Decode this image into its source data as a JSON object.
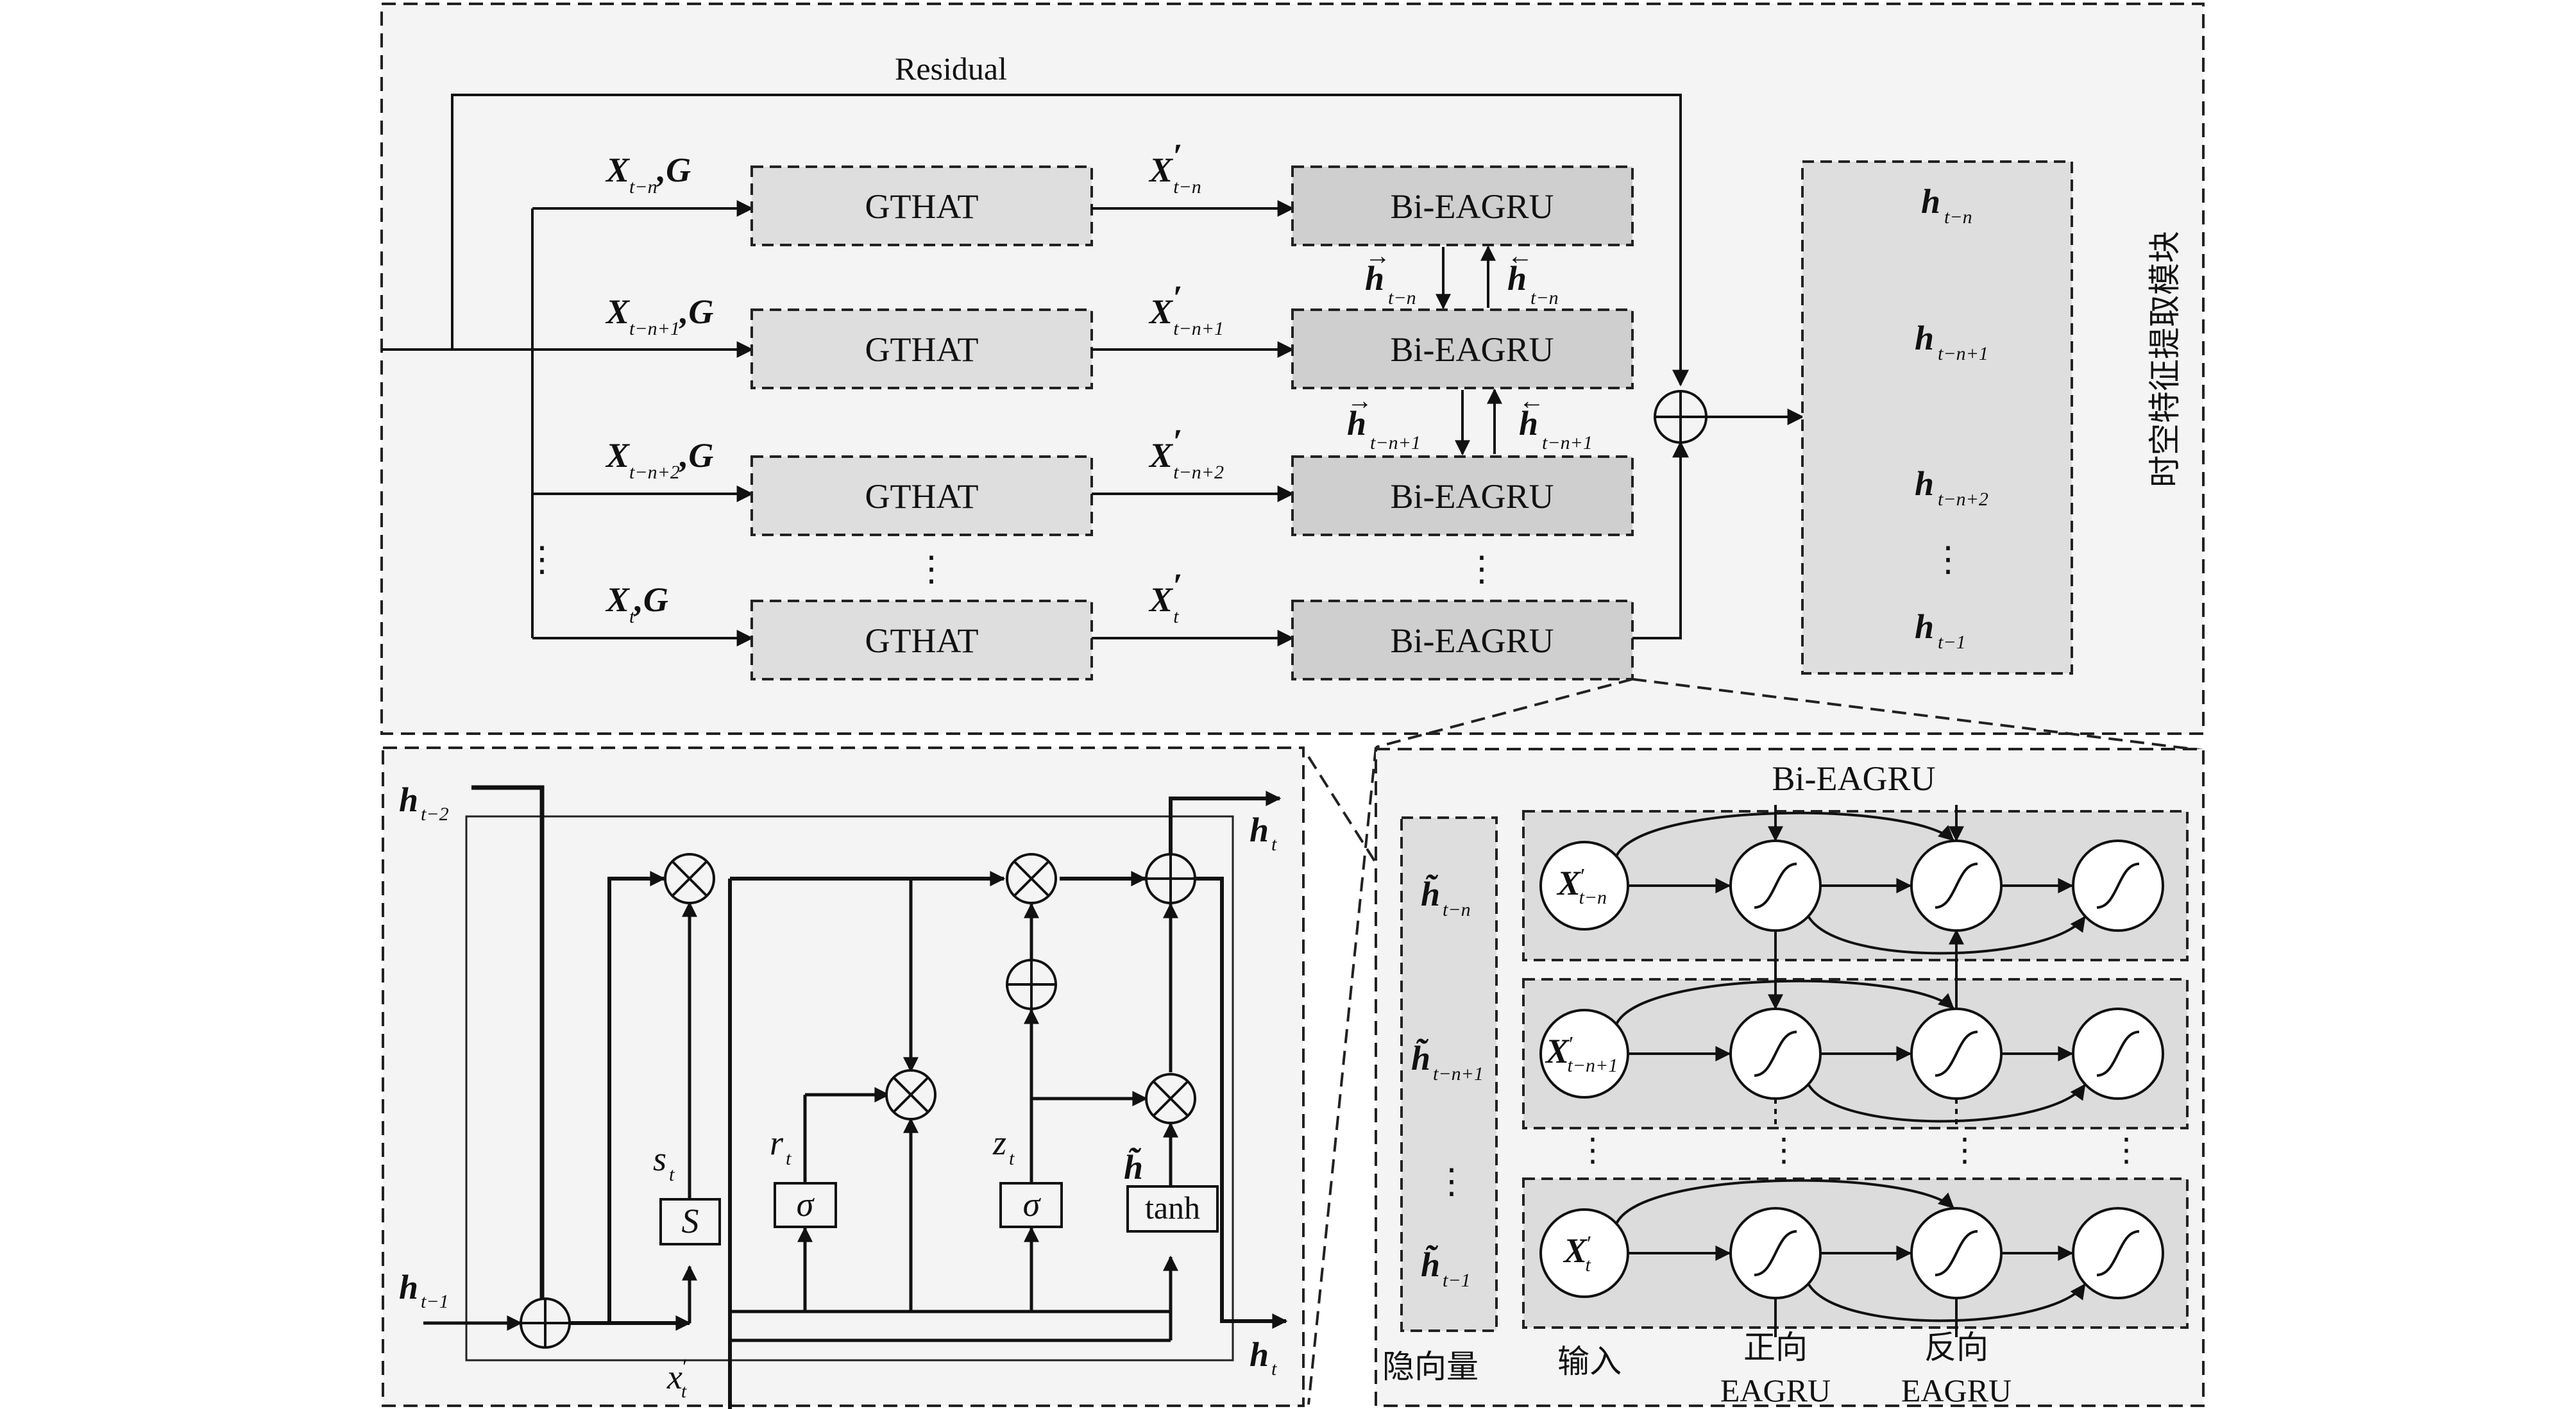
{
  "top_module": {
    "residual_label": "Residual",
    "side_title": "时空特征提取模块",
    "rows": [
      {
        "input": "X",
        "input_sub": "t−n",
        "graph": ",G",
        "gthat": "GTHAT",
        "xp": "X",
        "xp_sub": "t−n",
        "bi": "Bi-EAGRU"
      },
      {
        "input": "X",
        "input_sub": "t−n+1",
        "graph": ",G",
        "gthat": "GTHAT",
        "xp": "X",
        "xp_sub": "t−n+1",
        "bi": "Bi-EAGRU"
      },
      {
        "input": "X",
        "input_sub": "t−n+2",
        "graph": ",G",
        "gthat": "GTHAT",
        "xp": "X",
        "xp_sub": "t−n+2",
        "bi": "Bi-EAGRU"
      },
      {
        "input": "X",
        "input_sub": "t",
        "graph": ",G",
        "gthat": "GTHAT",
        "xp": "X",
        "xp_sub": "t",
        "bi": "Bi-EAGRU"
      }
    ],
    "vertical_links": [
      {
        "fwd": "h",
        "fwd_sub": "t−n",
        "bwd": "h",
        "bwd_sub": "t−n"
      },
      {
        "fwd": "h",
        "fwd_sub": "t−n+1",
        "bwd": "h",
        "bwd_sub": "t−n+1"
      }
    ],
    "outputs": [
      {
        "h": "h",
        "sub": "t−n"
      },
      {
        "h": "h",
        "sub": "t−n+1"
      },
      {
        "h": "h",
        "sub": "t−n+2"
      },
      {
        "h": "h",
        "sub": "t−1"
      }
    ],
    "ellipsis": "⋮"
  },
  "cell": {
    "h_in_top": "h",
    "h_in_top_sub": "t−2",
    "h_in_bottom": "h",
    "h_in_bottom_sub": "t−1",
    "h_out_top": "h",
    "h_out_top_sub": "t",
    "h_out_bottom": "h",
    "h_out_bottom_sub": "t",
    "x_in": "x",
    "x_in_sub": "t",
    "s_label": "s",
    "s_sub": "t",
    "r_label": "r",
    "r_sub": "t",
    "z_label": "z",
    "z_sub": "t",
    "htilde_label": "h̃",
    "s_box": "S",
    "sigma1": "σ",
    "sigma2": "σ",
    "tanh_box": "tanh"
  },
  "bi_eagru": {
    "title": "Bi-EAGRU",
    "hidden": [
      {
        "h": "h̃",
        "sub": "t−n"
      },
      {
        "h": "h̃",
        "sub": "t−n+1"
      },
      {
        "h": "h̃",
        "sub": "t−1"
      }
    ],
    "inputs": [
      {
        "x": "X",
        "sub": "t−n"
      },
      {
        "x": "X",
        "sub": "t−n+1"
      },
      {
        "x": "X",
        "sub": "t"
      }
    ],
    "bottom_labels": {
      "hidden": "隐向量",
      "input": "输入",
      "forward1": "正向",
      "forward2": "EAGRU",
      "backward1": "反向",
      "backward2": "EAGRU"
    }
  }
}
